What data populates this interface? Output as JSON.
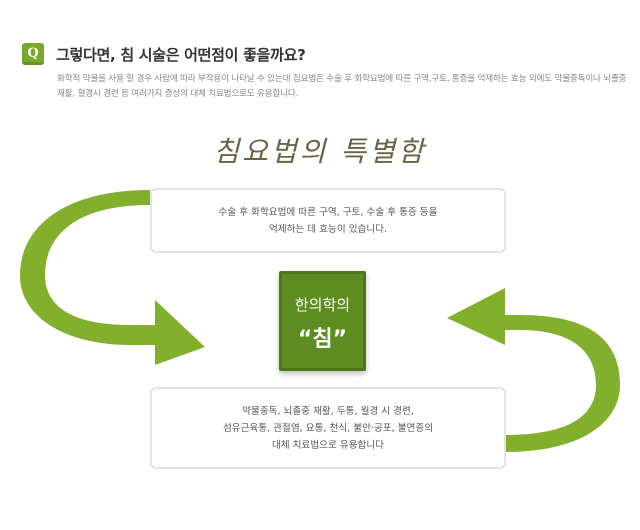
{
  "header": {
    "badge": "Q",
    "title": "그렇다면, 침 시술은 어떤점이 좋을까요?",
    "description": "화학적 약물을 사용 할 경우 사람에 따라 부작용이 나타날 수 있는데 침요법은 수술 후 화학요법에 따른 구역,구토, 통증을 억제하는 효능 외에도 약물중독이나 뇌졸중 재활, 혈경시 경련 등 여러가지 증상의 대체 치료법으로도 유용합니다."
  },
  "section_title": "침요법의 특별함",
  "top_box": {
    "line1": "수술 후 화학요법에 따른 구역, 구토, 수술 후 통증 등을",
    "line2": "억제하는 데 효능이 있습니다."
  },
  "center": {
    "line1": "한의학의",
    "line2": "“침”"
  },
  "bottom_box": {
    "line1": "약물중독, 뇌졸중 재활, 두통, 월경 시 경련,",
    "line2": "섬유근육통, 관절염, 요통, 천식, 불안·공포, 불면증의",
    "line3": "대체 치료법으로 유용합니다"
  },
  "colors": {
    "accent_green": "#7aa82a",
    "center_green": "#5d8c20",
    "title_brown": "#6b6246"
  }
}
